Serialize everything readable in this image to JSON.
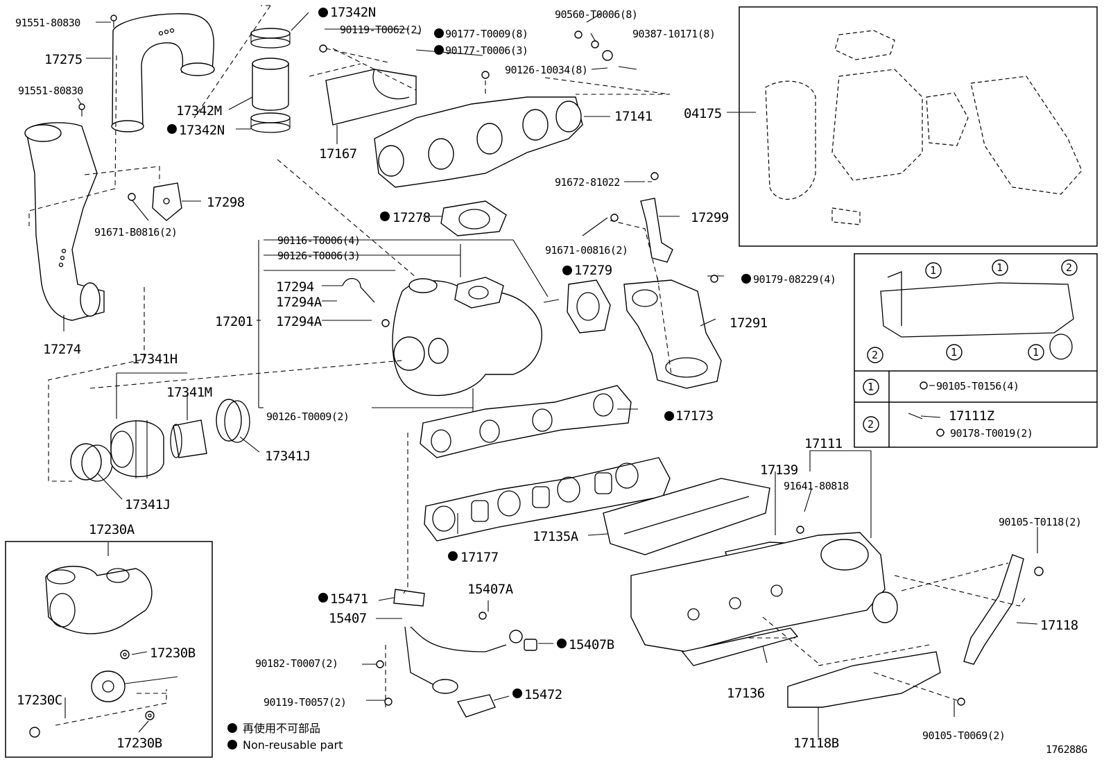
{
  "labels": {
    "p91551_80830_a": "91551-80830",
    "p17275": "17275",
    "p91551_80830_b": "91551-80830",
    "p17274": "17274",
    "p17342N_top": "17342N",
    "p17342M": "17342M",
    "p17342N_bot": "17342N",
    "p90119_T0062": "90119-T0062(2)",
    "p90177_T0009": "90177-T0009(8)",
    "p90177_T0006": "90177-T0006(3)",
    "p90560_T0006": "90560-T0006(8)",
    "p90387_10171": "90387-10171(8)",
    "p90126_10034": "90126-10034(8)",
    "p17141": "17141",
    "p17167": "17167",
    "p17298": "17298",
    "p91671_B0816": "91671-B0816(2)",
    "p17278": "17278",
    "p91672_81022": "91672-81022",
    "p17299": "17299",
    "p91671_00816": "91671-00816(2)",
    "p04175": "04175",
    "p90116_T0006": "90116-T0006(4)",
    "p90126_T0006": "90126-T0006(3)",
    "p17294": "17294",
    "p17294A_1": "17294A",
    "p17201": "17201",
    "p17294A_2": "17294A",
    "p17279": "17279",
    "p90179_08229": "90179-08229(4)",
    "p17291": "17291",
    "p90126_T0009": "90126-T0009(2)",
    "p17173": "17173",
    "p17341H": "17341H",
    "p17341M": "17341M",
    "p17341J_a": "17341J",
    "p17341J_b": "17341J",
    "p17177": "17177",
    "p17111": "17111",
    "p17139": "17139",
    "p91641_80818": "91641-80818",
    "p17135A": "17135A",
    "p90105_T0118": "90105-T0118(2)",
    "p17118": "17118",
    "p17230A": "17230A",
    "p17230B_a": "17230B",
    "p17230C": "17230C",
    "p17230B_b": "17230B",
    "p15471": "15471",
    "p15407": "15407",
    "p15407A": "15407A",
    "p15407B": "15407B",
    "p90182_T0007": "90182-T0007(2)",
    "p90119_T0057": "90119-T0057(2)",
    "p15472": "15472",
    "p17136": "17136",
    "p17118B": "17118B",
    "p90105_T0069": "90105-T0069(2)"
  },
  "legend_table": {
    "row1_marker": "1",
    "row1_part": "90105-T0156(4)",
    "row2_marker": "2",
    "row2_part_a": "17111Z",
    "row2_part_b": "90178-T0019(2)"
  },
  "callout_markers": [
    "1",
    "1",
    "2",
    "2",
    "1",
    "1"
  ],
  "notes": {
    "jp": "再使用不可部品",
    "en": "Non-reusable part"
  },
  "figure_id": "176288G"
}
